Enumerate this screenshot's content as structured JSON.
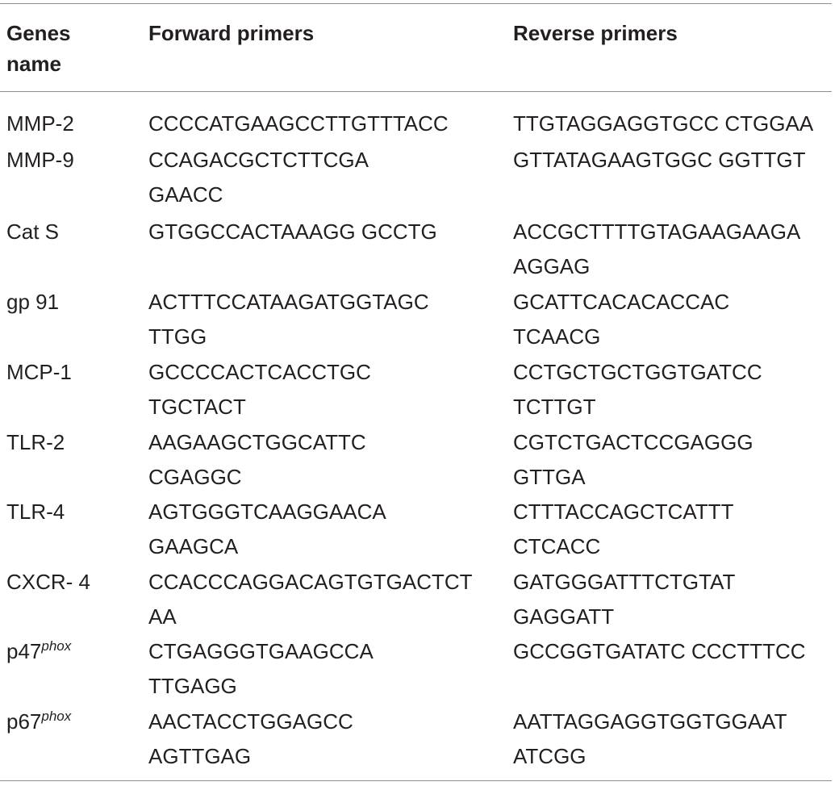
{
  "header": {
    "gene": "Genes\nname",
    "forward": "Forward primers",
    "reverse": "Reverse primers"
  },
  "rows": [
    {
      "gene": "MMP-2",
      "gene_sup": "",
      "forward": "CCCCATGAAGCCTTGTTTACC",
      "reverse": "TTGTAGGAGGTGCC CTGGAA"
    },
    {
      "gene": "MMP-9",
      "gene_sup": "",
      "forward": "CCAGACGCTCTTCGA\nGAACC",
      "reverse": "GTTATAGAAGTGGC GGTTGT"
    },
    {
      "gene": "Cat S",
      "gene_sup": "",
      "forward": "GTGGCCACTAAAGG GCCTG",
      "reverse": "ACCGCTTTTGTAGAAGAAGA\nAGGAG"
    },
    {
      "gene": "gp 91",
      "gene_sup": "",
      "forward": "ACTTTCCATAAGATGGTAGC\nTTGG",
      "reverse": "GCATTCACACACCAC\nTCAACG"
    },
    {
      "gene": "MCP-1",
      "gene_sup": "",
      "forward": "GCCCCACTCACCTGC\nTGCTACT",
      "reverse": "CCTGCTGCTGGTGATCC\nTCTTGT"
    },
    {
      "gene": "TLR-2",
      "gene_sup": "",
      "forward": "AAGAAGCTGGCATTC\nCGAGGC",
      "reverse": "CGTCTGACTCCGAGGG\nGTTGA"
    },
    {
      "gene": "TLR-4",
      "gene_sup": "",
      "forward": "AGTGGGTCAAGGAACA\nGAAGCA",
      "reverse": "CTTTACCAGCTCATTT\nCTCACC"
    },
    {
      "gene": "CXCR- 4",
      "gene_sup": "",
      "forward": "CCACCCAGGACAGTGTGACTCT\nAA",
      "reverse": "GATGGGATTTCTGTAT\nGAGGATT"
    },
    {
      "gene": "p47",
      "gene_sup": "phox",
      "forward": "CTGAGGGTGAAGCCA\nTTGAGG",
      "reverse": "GCCGGTGATATC CCCTTTCC"
    },
    {
      "gene": "p67",
      "gene_sup": "phox",
      "forward": "AACTACCTGGAGCC\nAGTTGAG",
      "reverse": "AATTAGGAGGTGGTGGAAT\nATCGG"
    }
  ]
}
